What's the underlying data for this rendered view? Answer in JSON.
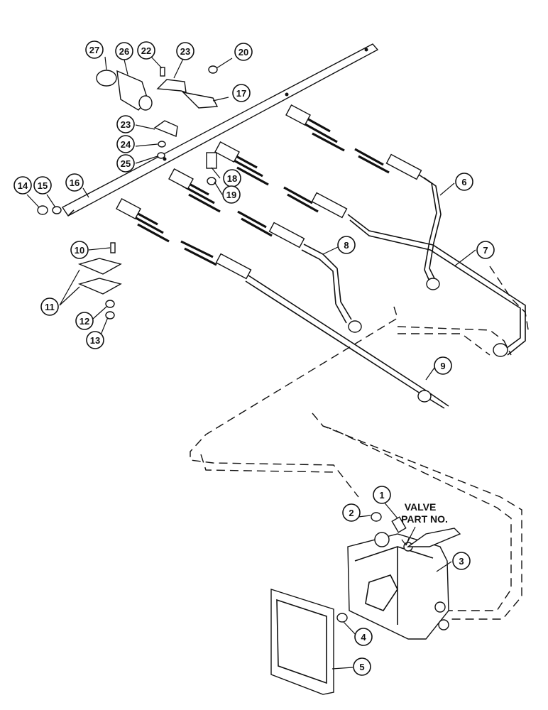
{
  "callouts": [
    {
      "id": "c1",
      "label": "1"
    },
    {
      "id": "c2",
      "label": "2"
    },
    {
      "id": "c3",
      "label": "3"
    },
    {
      "id": "c4",
      "label": "4"
    },
    {
      "id": "c5",
      "label": "5"
    },
    {
      "id": "c6",
      "label": "6"
    },
    {
      "id": "c7",
      "label": "7"
    },
    {
      "id": "c8",
      "label": "8"
    },
    {
      "id": "c9",
      "label": "9"
    },
    {
      "id": "c10",
      "label": "10"
    },
    {
      "id": "c11",
      "label": "11"
    },
    {
      "id": "c12",
      "label": "12"
    },
    {
      "id": "c13",
      "label": "13"
    },
    {
      "id": "c14",
      "label": "14"
    },
    {
      "id": "c15",
      "label": "15"
    },
    {
      "id": "c16",
      "label": "16"
    },
    {
      "id": "c17",
      "label": "17"
    },
    {
      "id": "c18",
      "label": "18"
    },
    {
      "id": "c19",
      "label": "19"
    },
    {
      "id": "c20",
      "label": "20"
    },
    {
      "id": "c22",
      "label": "22"
    },
    {
      "id": "c23a",
      "label": "23"
    },
    {
      "id": "c23b",
      "label": "23"
    },
    {
      "id": "c24",
      "label": "24"
    },
    {
      "id": "c25",
      "label": "25"
    },
    {
      "id": "c26",
      "label": "26"
    },
    {
      "id": "c27",
      "label": "27"
    }
  ],
  "note": {
    "line1": "VALVE",
    "line2": "PART NO."
  }
}
